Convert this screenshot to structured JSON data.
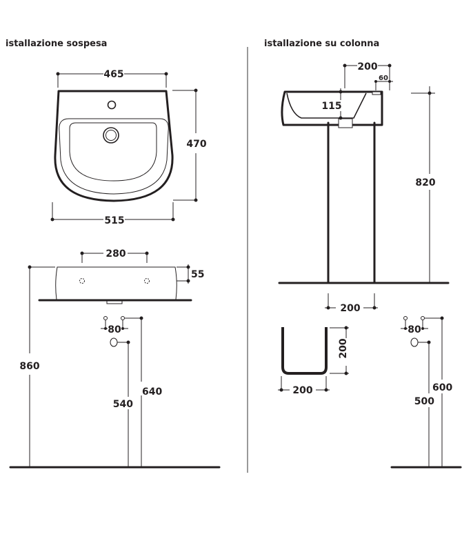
{
  "titles": {
    "left": "istallazione sospesa",
    "right": "istallazione su colonna"
  },
  "left": {
    "width_top": "465",
    "depth": "470",
    "width_bottom": "515",
    "fixing_spacing": "280",
    "fixing_height": "55",
    "total_height": "860",
    "tap_spacing": "80",
    "supply_height": "640",
    "drain_height": "540"
  },
  "right": {
    "top_depth": "200",
    "top_offset": "60",
    "bowl_depth": "115",
    "pedestal_height": "820",
    "pedestal_width": "200",
    "section_height": "200",
    "section_width": "200",
    "tap_spacing": "80",
    "supply_height": "600",
    "drain_height": "500"
  },
  "colors": {
    "ink": "#231f20"
  }
}
